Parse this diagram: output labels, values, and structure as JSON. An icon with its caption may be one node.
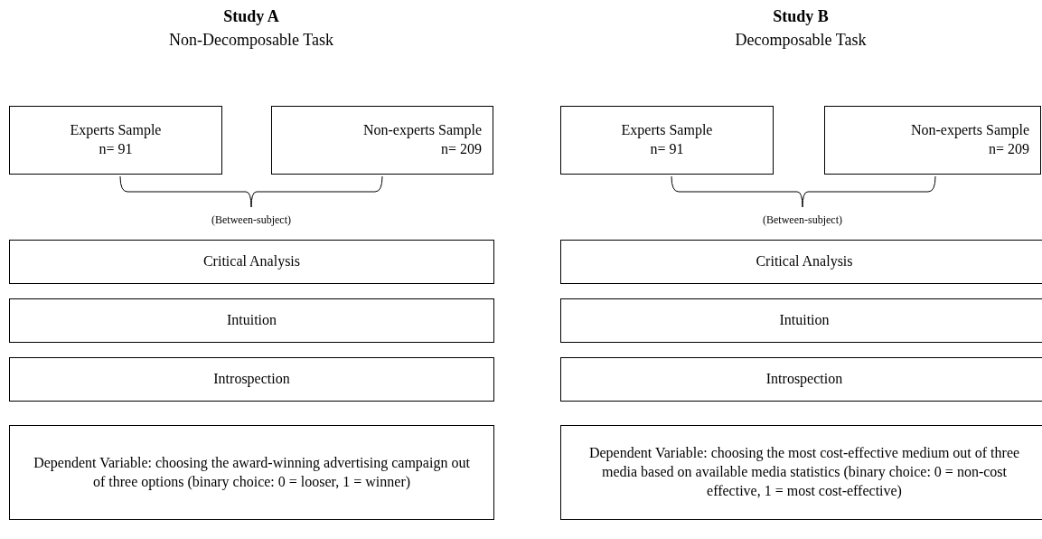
{
  "diagram": {
    "nodes": [
      {
        "text": [
          "Experts Sample",
          "n= 91"
        ]
      },
      {
        "text": [
          "Non-experts Sample",
          "n= 209"
        ]
      },
      {
        "text": [
          "Critical Analysis"
        ]
      },
      {
        "text": [
          "Intuition"
        ]
      },
      {
        "text": [
          "Introspection"
        ]
      },
      {
        "text": [
          "Dependent Variable: choosing the award-winning advertising campaign out of three options (binary choice: 0 = looser, 1 = winner)"
        ]
      },
      {
        "text": [
          "Experts Sample",
          "n= 91"
        ]
      },
      {
        "text": [
          "Non-experts Sample",
          "n= 209"
        ]
      },
      {
        "text": [
          "Critical Analysis"
        ]
      },
      {
        "text": [
          "Intuition"
        ]
      },
      {
        "text": [
          "Introspection"
        ]
      },
      {
        "text": [
          "Dependent Variable: choosing the most cost-effective medium out of three media based on available media statistics (binary choice: 0 = non-cost effective, 1 = most cost-effective)"
        ]
      }
    ],
    "edges": [],
    "labels": [
      "Study A",
      "Non-Decomposable Task",
      "(Between-subject)",
      "Study B",
      "Decomposable Task",
      "(Between-subject)"
    ]
  }
}
